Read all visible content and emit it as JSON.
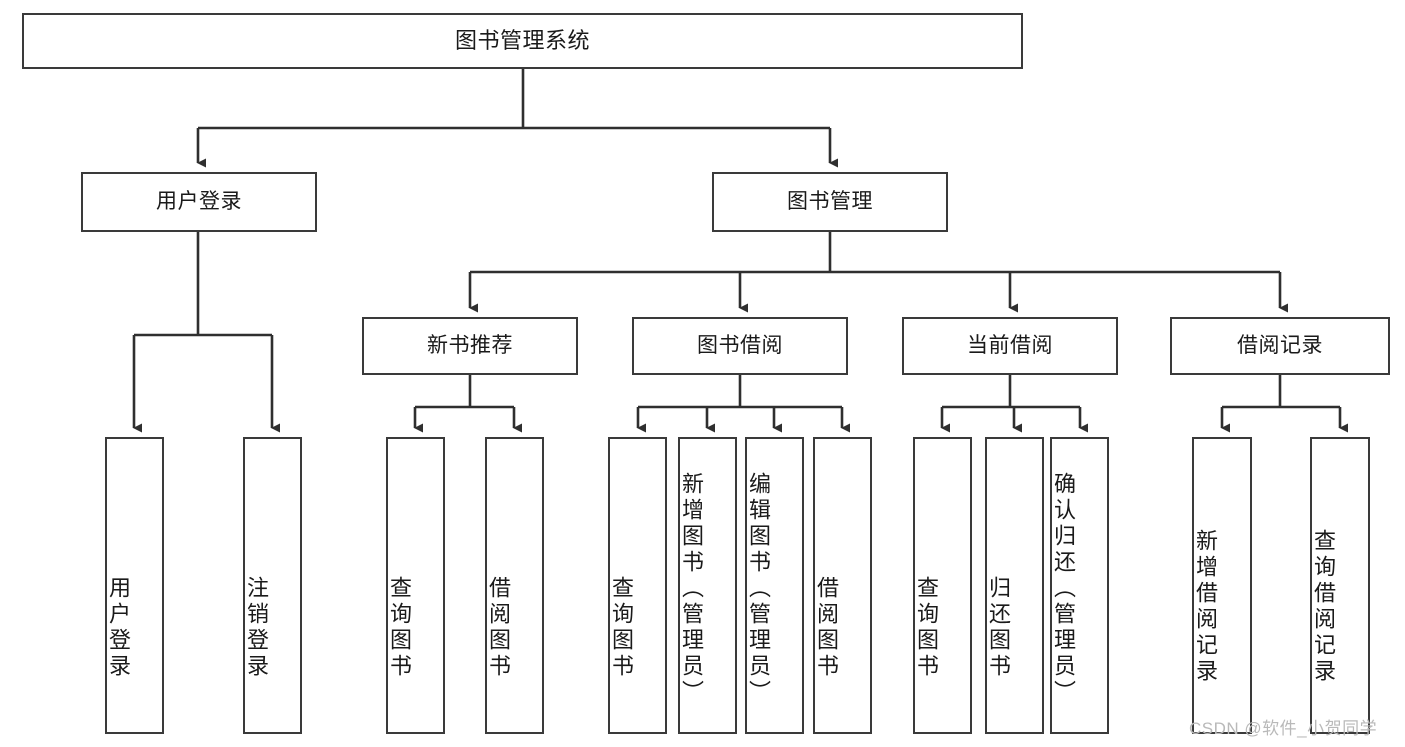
{
  "diagram": {
    "title": "图书管理系统",
    "type": "hierarchy-tree",
    "levels": 4,
    "nodes": {
      "root": {
        "label": "图书管理系统"
      },
      "level2": [
        {
          "id": "user-login",
          "label": "用户登录"
        },
        {
          "id": "book-manage",
          "label": "图书管理"
        }
      ],
      "level3": [
        {
          "id": "new-book-recommend",
          "label": "新书推荐",
          "parent": "book-manage"
        },
        {
          "id": "book-borrow",
          "label": "图书借阅",
          "parent": "book-manage"
        },
        {
          "id": "current-borrow",
          "label": "当前借阅",
          "parent": "book-manage"
        },
        {
          "id": "borrow-record",
          "label": "借阅记录",
          "parent": "book-manage"
        }
      ],
      "leaves": [
        {
          "id": "leaf-user-login",
          "label": "用户登录",
          "parent": "user-login"
        },
        {
          "id": "leaf-logout-login",
          "label": "注销登录",
          "parent": "user-login"
        },
        {
          "id": "leaf-query-book-1",
          "label": "查询图书",
          "parent": "new-book-recommend"
        },
        {
          "id": "leaf-borrow-book-1",
          "label": "借阅图书",
          "parent": "new-book-recommend"
        },
        {
          "id": "leaf-query-book-2",
          "label": "查询图书",
          "parent": "book-borrow"
        },
        {
          "id": "leaf-add-book",
          "label": "新增图书（管理员）",
          "parent": "book-borrow"
        },
        {
          "id": "leaf-edit-book",
          "label": "编辑图书（管理员）",
          "parent": "book-borrow"
        },
        {
          "id": "leaf-borrow-book-2",
          "label": "借阅图书",
          "parent": "book-borrow"
        },
        {
          "id": "leaf-query-book-3",
          "label": "查询图书",
          "parent": "current-borrow"
        },
        {
          "id": "leaf-return-book",
          "label": "归还图书",
          "parent": "current-borrow"
        },
        {
          "id": "leaf-confirm-return",
          "label": "确认归还（管理员）",
          "parent": "current-borrow"
        },
        {
          "id": "leaf-add-record",
          "label": "新增借阅记录",
          "parent": "borrow-record"
        },
        {
          "id": "leaf-query-record",
          "label": "查询借阅记录",
          "parent": "borrow-record"
        }
      ]
    },
    "colors": {
      "border": "#3a3a3a",
      "text": "#1a1a1a",
      "background": "#ffffff",
      "connector": "#2f2f2f",
      "watermark": "#b9b9b9"
    }
  },
  "watermark": {
    "text": "CSDN @软件_小贺同学"
  }
}
